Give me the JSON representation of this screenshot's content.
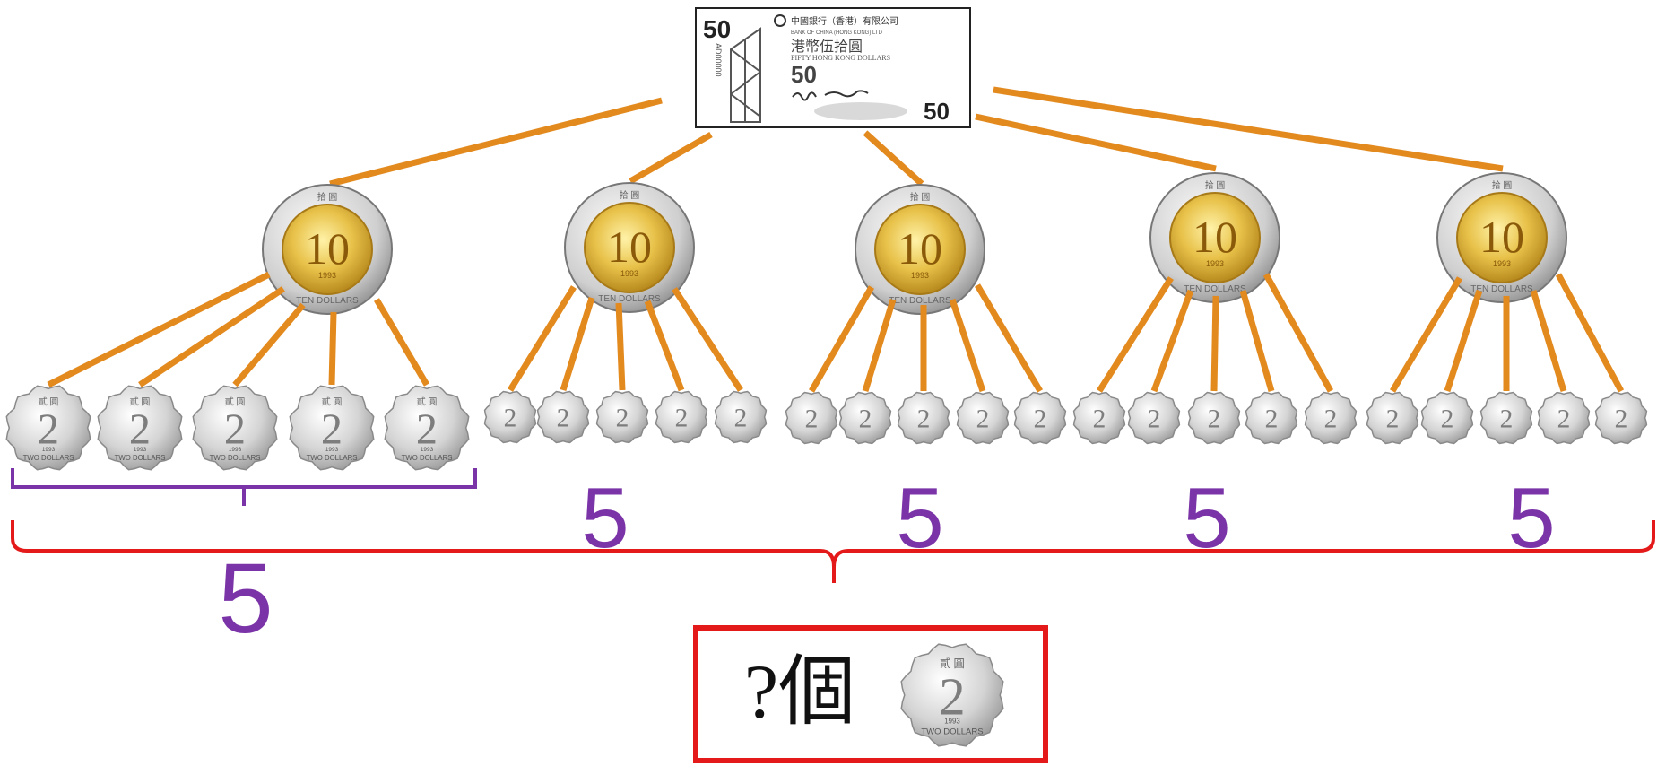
{
  "banknote": {
    "value_top": "50",
    "value_bottom": "50",
    "value_center": "50",
    "bank_cn": "中國銀行（香港）有限公司",
    "bank_en": "BANK OF CHINA (HONG KONG) LTD",
    "name_cn": "港幣伍拾圓",
    "name_en": "FIFTY HONG KONG DOLLARS",
    "serial": "AD00000"
  },
  "ten_coin": {
    "value": "10",
    "year": "1993",
    "label": "TEN DOLLARS",
    "cn": "拾 圓"
  },
  "two_coin": {
    "value": "2",
    "year": "1993",
    "label": "TWO DOLLARS",
    "cn": "貳 圓"
  },
  "group_counts": [
    "5",
    "5",
    "5",
    "5"
  ],
  "first_group_count": "5",
  "question": {
    "text": "?個"
  },
  "colors": {
    "line": "#e38a1f",
    "count": "#7b34a8",
    "brace_purple": "#7b34a8",
    "brace_red": "#e41a1a",
    "box": "#e41a1a"
  }
}
